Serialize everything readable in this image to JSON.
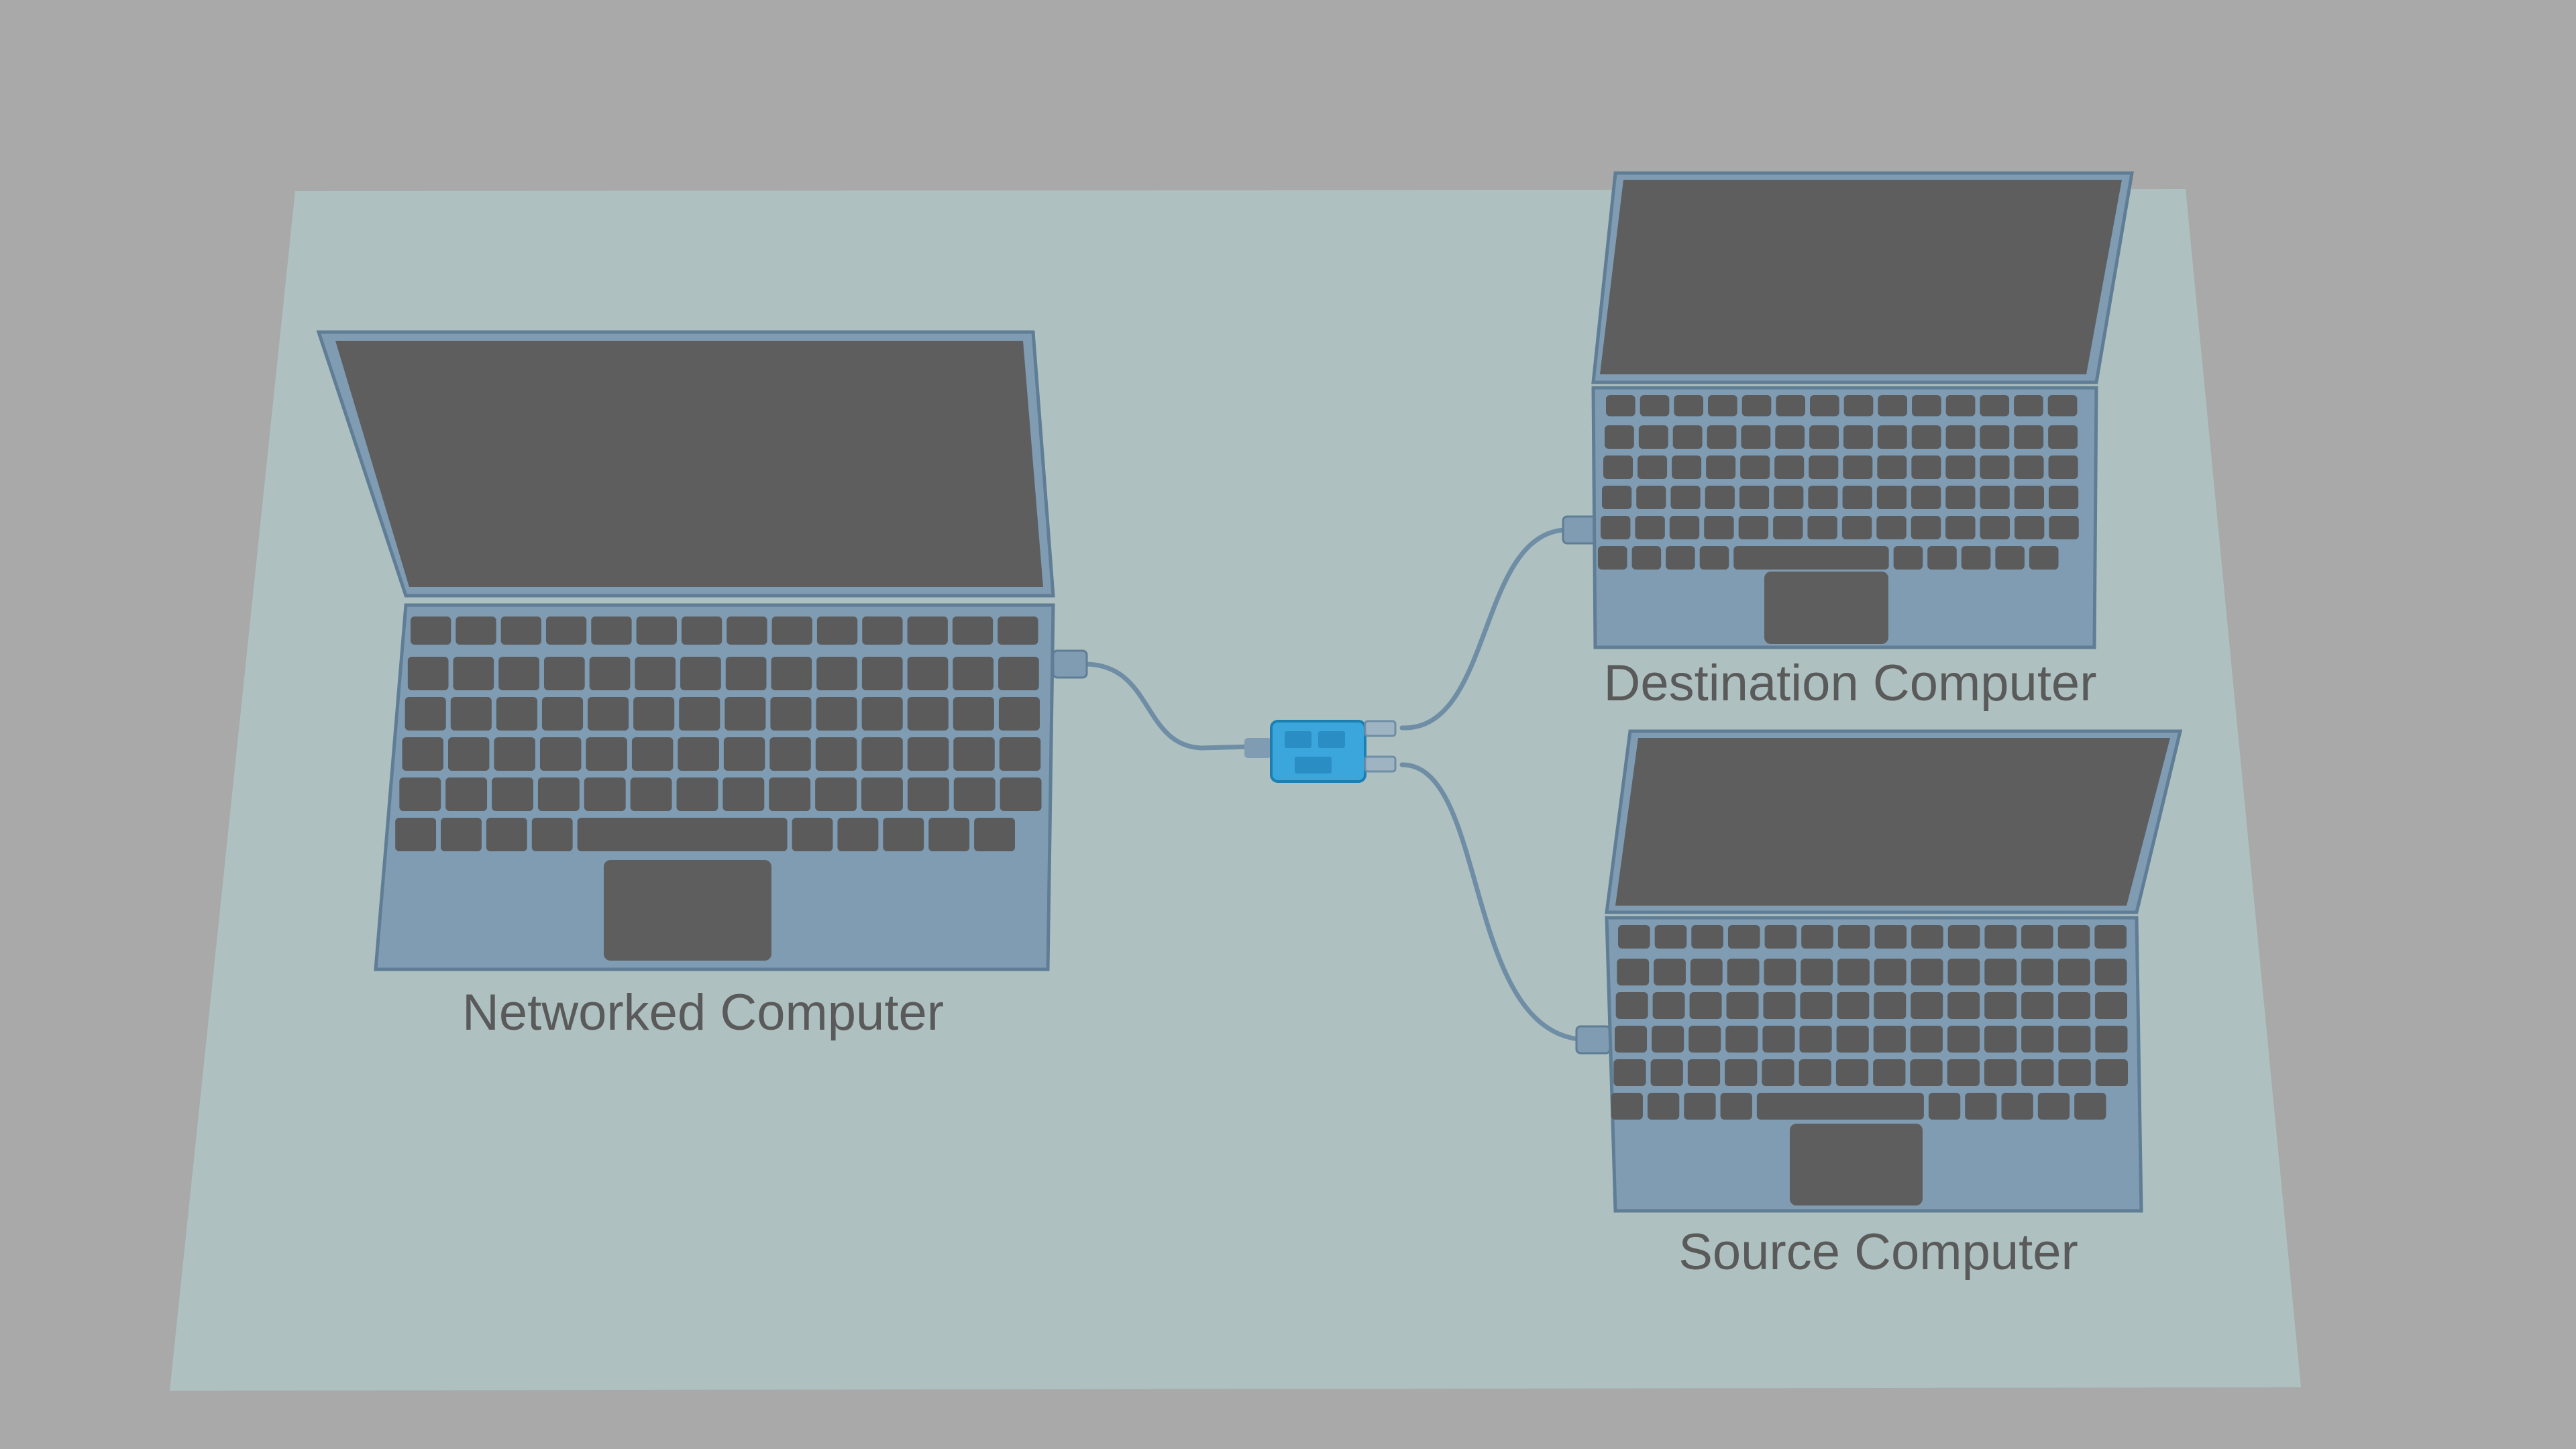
{
  "labels": {
    "networked": "Networked Computer",
    "destination": "Destination Computer",
    "source": "Source Computer"
  },
  "colors": {
    "background": "#a9a9a9",
    "mat": "#aec1c0",
    "laptop_body": "#7f9cb3",
    "laptop_edge": "#5f7d95",
    "screen": "#5e5e5e",
    "key": "#5b5b5b",
    "trackpad": "#5e5e5e",
    "cable": "#6f8ea6",
    "splitter": "#3aa6dc",
    "label_text": "#5a5a5a"
  }
}
